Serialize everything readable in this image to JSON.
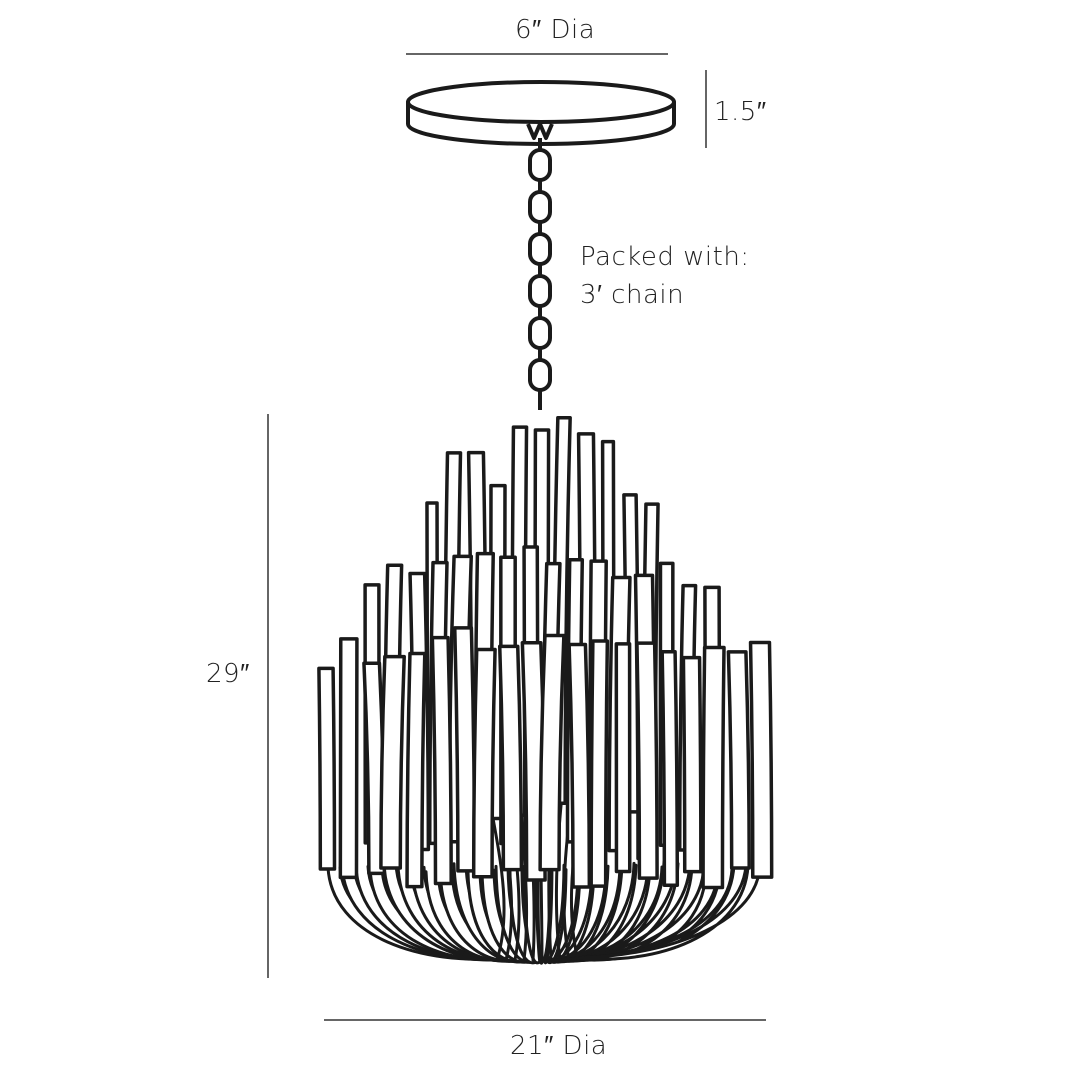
{
  "dimensions": {
    "canopy_diameter": "6″ Dia",
    "canopy_height": "1.5″",
    "overall_height": "29″",
    "fixture_diameter": "21″ Dia"
  },
  "note": {
    "line1": "Packed with:",
    "line2": "3′ chain"
  },
  "colors": {
    "line": "#1a1a1a",
    "dimension_line": "#333333",
    "background": "#ffffff"
  }
}
